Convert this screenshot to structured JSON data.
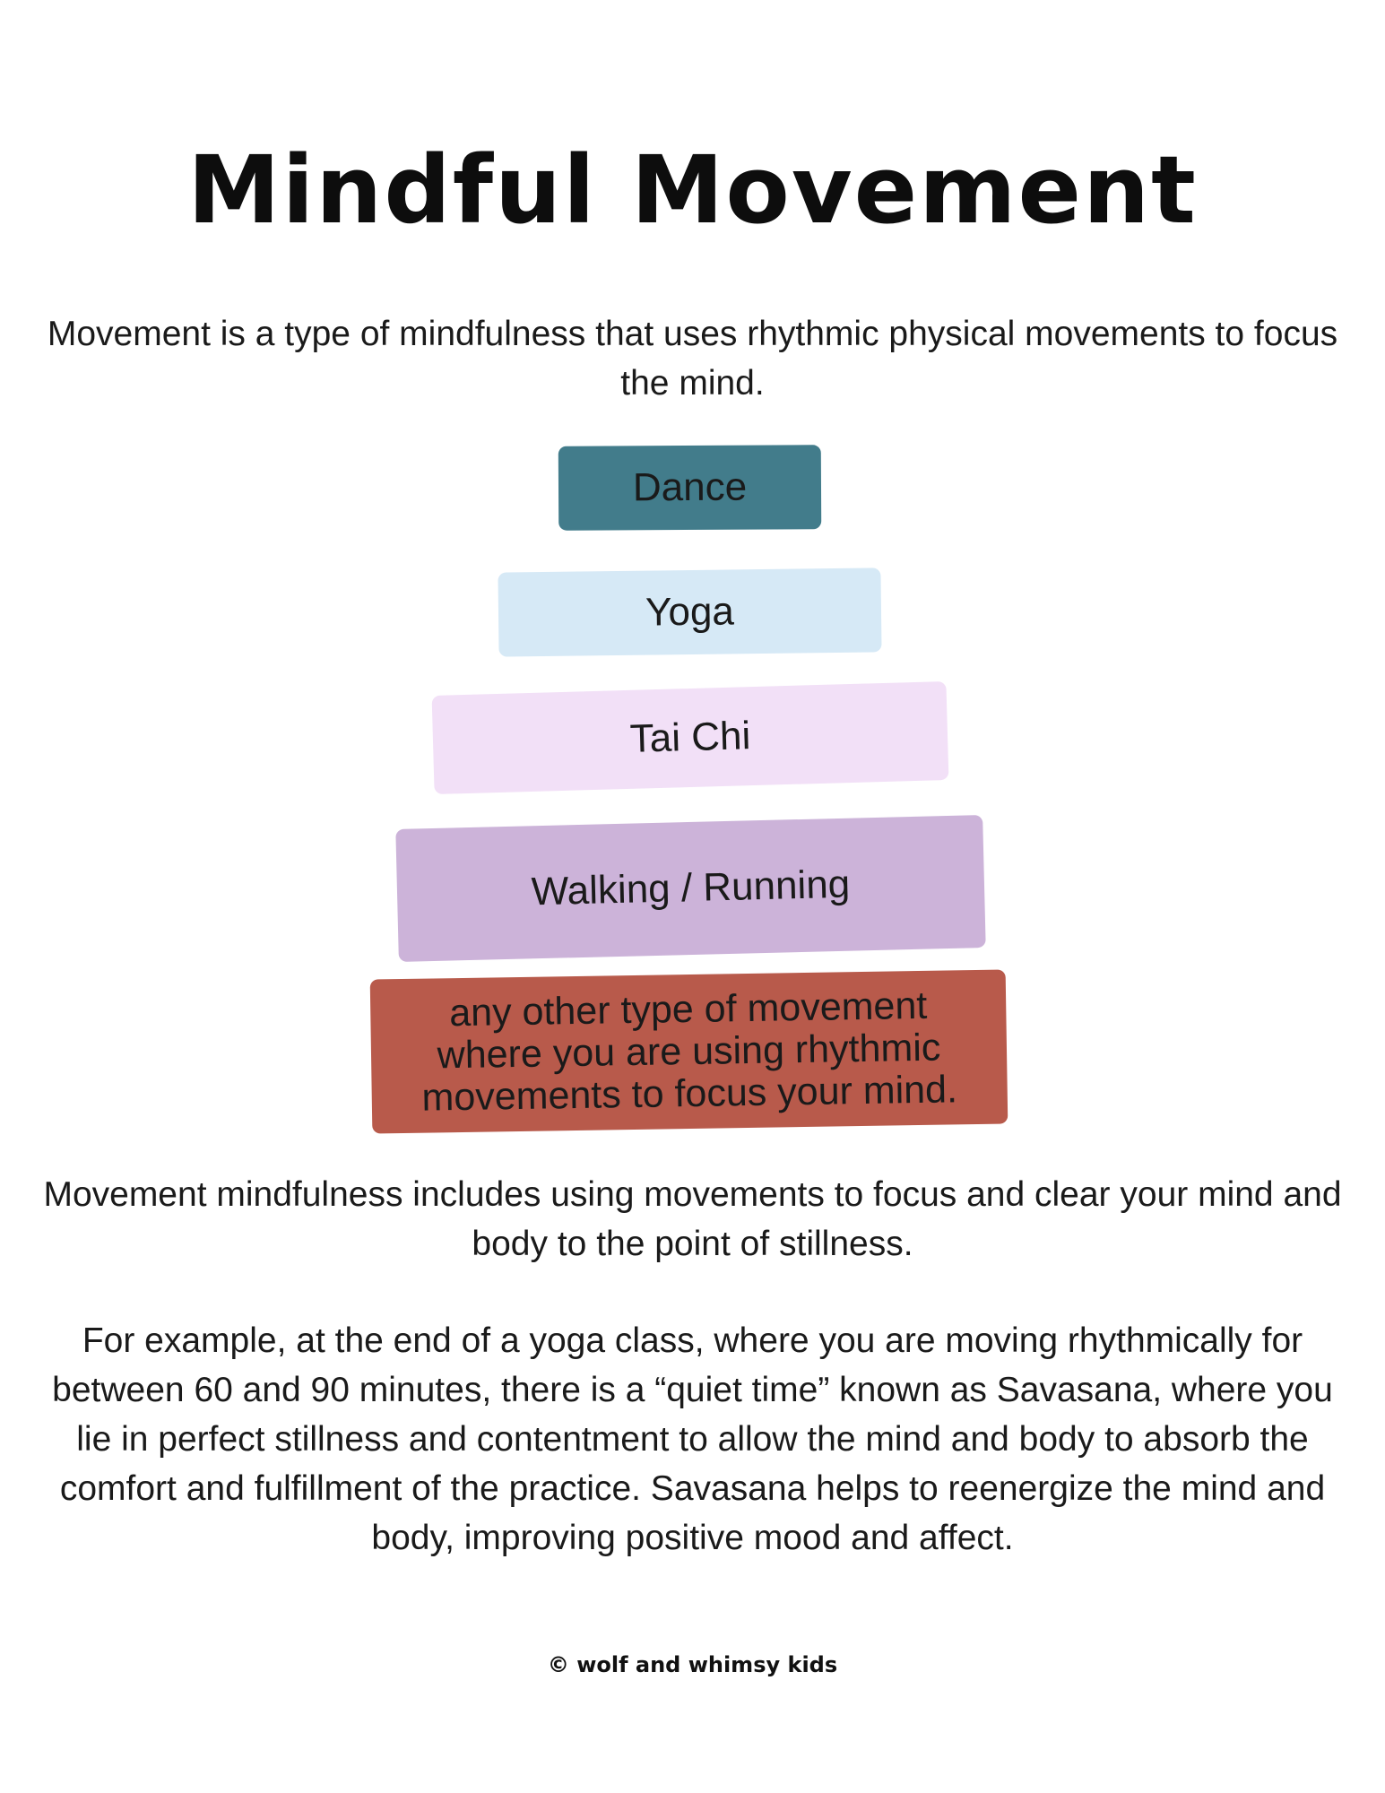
{
  "title": "Mindful Movement",
  "intro": "Movement is a type of mindfulness that uses rhythmic physical movements to focus the mind.",
  "pyramid": [
    {
      "label": "Dance",
      "color": "#427c8b"
    },
    {
      "label": "Yoga",
      "color": "#d6e9f6"
    },
    {
      "label": "Tai Chi",
      "color": "#f2e0f7"
    },
    {
      "label": "Walking / Running",
      "color": "#ccb3d9"
    },
    {
      "label": "any other type of movement where you are using rhythmic movements to focus your mind.",
      "color": "#b85a4b"
    }
  ],
  "body_paragraph_1": "Movement mindfulness includes using movements to focus and clear your mind and body to the point of stillness.",
  "body_paragraph_2": "For example, at the end of a yoga class, where you are moving rhythmically for between 60 and 90 minutes, there is a “quiet time” known as Savasana, where you lie in perfect stillness and contentment to allow the mind and body to absorb the comfort and fulfillment of the practice. Savasana helps to reenergize the mind and body, improving positive mood and affect.",
  "footer": "© wolf and whimsy kids"
}
